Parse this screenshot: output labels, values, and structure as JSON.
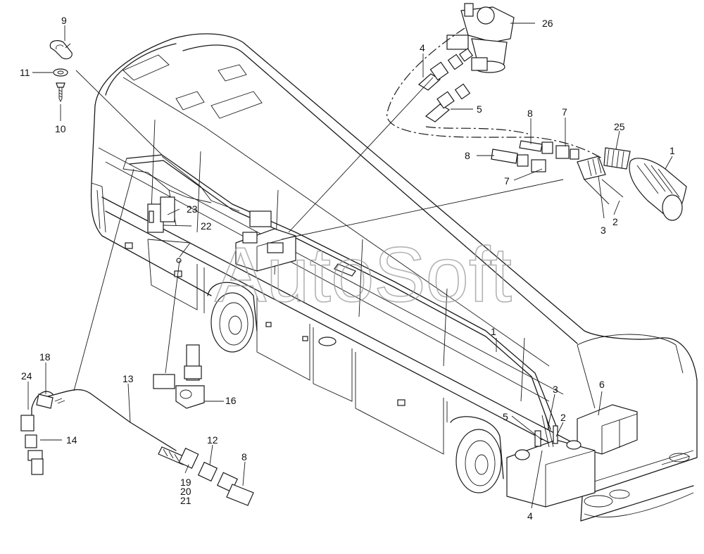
{
  "watermark": "AutoSoft",
  "callouts": [
    {
      "id": "c9",
      "text": "9"
    },
    {
      "id": "c11",
      "text": "11"
    },
    {
      "id": "c10",
      "text": "10"
    },
    {
      "id": "c26",
      "text": "26"
    },
    {
      "id": "c4a",
      "text": "4"
    },
    {
      "id": "c5a",
      "text": "5"
    },
    {
      "id": "c8a",
      "text": "8"
    },
    {
      "id": "c7a",
      "text": "7"
    },
    {
      "id": "c25",
      "text": "25"
    },
    {
      "id": "c1a",
      "text": "1"
    },
    {
      "id": "c8b",
      "text": "8"
    },
    {
      "id": "c7b",
      "text": "7"
    },
    {
      "id": "c3a",
      "text": "3"
    },
    {
      "id": "c2a",
      "text": "2"
    },
    {
      "id": "c23",
      "text": "23"
    },
    {
      "id": "c22",
      "text": "22"
    },
    {
      "id": "c1b",
      "text": "1"
    },
    {
      "id": "c6",
      "text": "6"
    },
    {
      "id": "c3b",
      "text": "3"
    },
    {
      "id": "c2b",
      "text": "2"
    },
    {
      "id": "c5b",
      "text": "5"
    },
    {
      "id": "c4b",
      "text": "4"
    },
    {
      "id": "c18",
      "text": "18"
    },
    {
      "id": "c24",
      "text": "24"
    },
    {
      "id": "c13",
      "text": "13"
    },
    {
      "id": "c14",
      "text": "14"
    },
    {
      "id": "c16",
      "text": "16"
    },
    {
      "id": "c12",
      "text": "12"
    },
    {
      "id": "c8c",
      "text": "8"
    },
    {
      "id": "c19",
      "text": "19"
    },
    {
      "id": "c20",
      "text": "20"
    },
    {
      "id": "c21",
      "text": "21"
    }
  ]
}
